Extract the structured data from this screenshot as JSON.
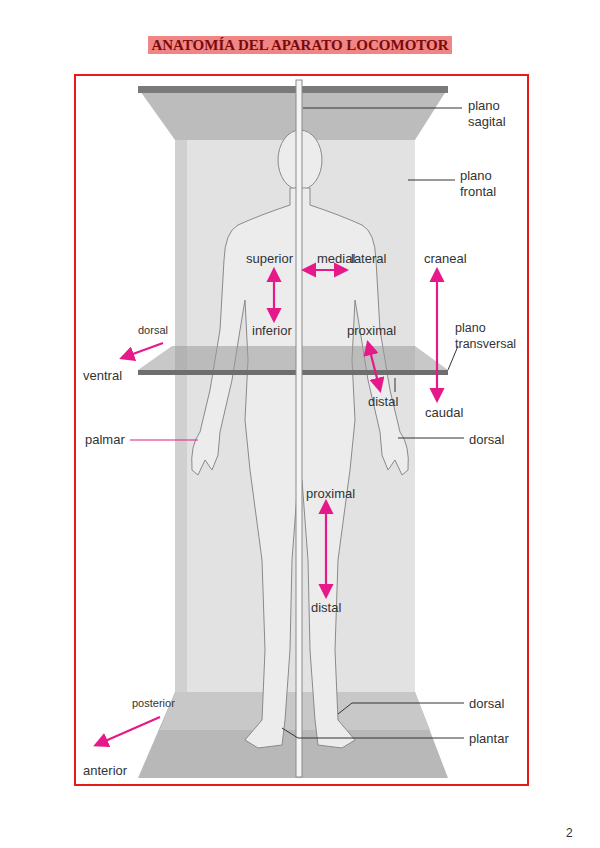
{
  "diagram": {
    "title": "ANATOMÍA DEL APARATO LOCOMOTOR",
    "labels": [
      "plano sagital",
      "plano frontal",
      "superior",
      "medial",
      "lateral",
      "craneal",
      "dorsal",
      "ventral",
      "inferior",
      "proximal",
      "plano transversal",
      "distal",
      "caudal",
      "palmar",
      "dorsal",
      "proximal",
      "distal",
      "posterior",
      "anterior",
      "dorsal",
      "plantar",
      "2"
    ]
  }
}
